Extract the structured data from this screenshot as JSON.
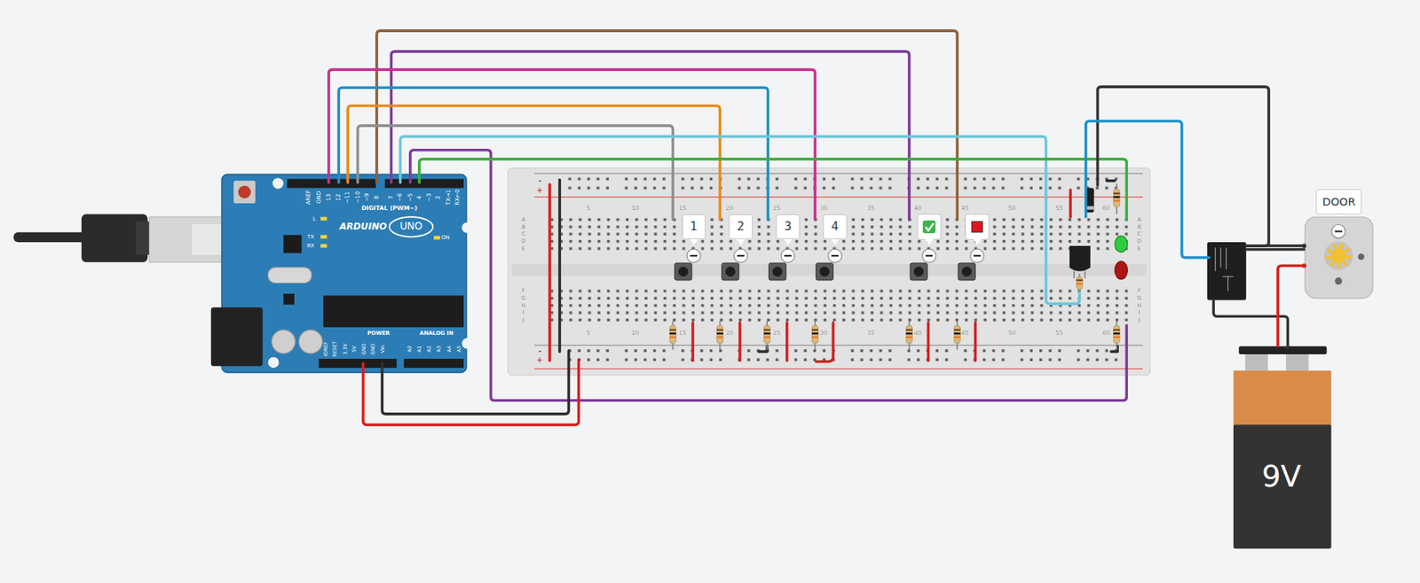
{
  "diagram": {
    "nodes": [
      {
        "text": [
          "ARDUINO",
          "UNO"
        ]
      },
      {
        "text": [
          "1"
        ]
      },
      {
        "text": [
          "2"
        ]
      },
      {
        "text": [
          "3"
        ]
      },
      {
        "text": [
          "4"
        ]
      },
      {
        "text": [
          "DOOR"
        ]
      },
      {
        "text": [
          "9V"
        ]
      }
    ],
    "edges": [
      {
        "from": 5,
        "to": 6,
        "arrow": "none"
      }
    ],
    "labels": [
      "AREF",
      "GND",
      "13",
      "12",
      "~11",
      "~10",
      "~9",
      "8",
      "7",
      "~6",
      "~5",
      "4",
      "~3",
      "2",
      "TX→1",
      "RX←0",
      "DIGITAL (PWM~)",
      "L",
      "TX",
      "RX",
      "ON",
      "IOREF",
      "RESET",
      "3.3V",
      "5V",
      "GND",
      "GND",
      "Vin",
      "POWER",
      "ANALOG IN",
      "A0",
      "A1",
      "A2",
      "A3",
      "A4",
      "A5",
      "5",
      "10",
      "15",
      "20",
      "25",
      "30",
      "35",
      "40",
      "45",
      "50",
      "55",
      "60",
      "5",
      "10",
      "15",
      "20",
      "25",
      "30",
      "35",
      "40",
      "45",
      "50",
      "55",
      "60",
      "A",
      "B",
      "C",
      "D",
      "E",
      "F",
      "G",
      "H",
      "I",
      "J",
      "A",
      "B",
      "C",
      "D",
      "E",
      "F",
      "G",
      "H",
      "I",
      "J",
      "-",
      "+",
      "-",
      "+"
    ]
  }
}
